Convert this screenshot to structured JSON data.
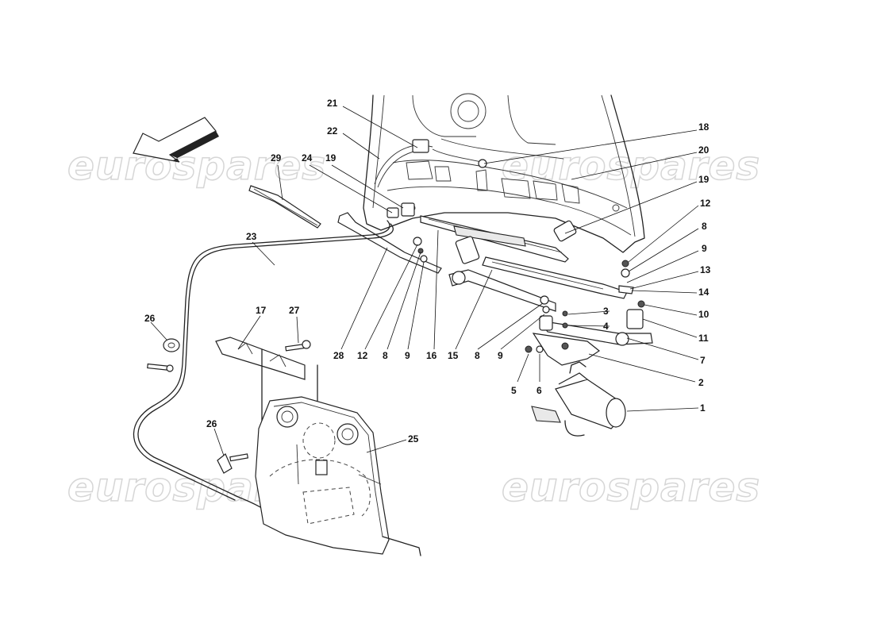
{
  "watermark": {
    "text": "eurospares",
    "color": "#d6d6d6"
  },
  "callouts": {
    "c1": "1",
    "c2": "2",
    "c3": "3",
    "c4": "4",
    "c5": "5",
    "c6": "6",
    "c7": "7",
    "c8a": "8",
    "c8b": "8",
    "c8c": "8",
    "c9a": "9",
    "c9b": "9",
    "c9c": "9",
    "c10": "10",
    "c11": "11",
    "c12a": "12",
    "c12b": "12",
    "c13": "13",
    "c14": "14",
    "c15": "15",
    "c16": "16",
    "c17": "17",
    "c18": "18",
    "c19a": "19",
    "c19b": "19",
    "c20": "20",
    "c21": "21",
    "c22": "22",
    "c23": "23",
    "c24": "24",
    "c25": "25",
    "c26a": "26",
    "c26b": "26",
    "c27": "27",
    "c28": "28",
    "c29": "29"
  },
  "icons": {
    "direction_arrow": "direction-arrow-icon"
  }
}
